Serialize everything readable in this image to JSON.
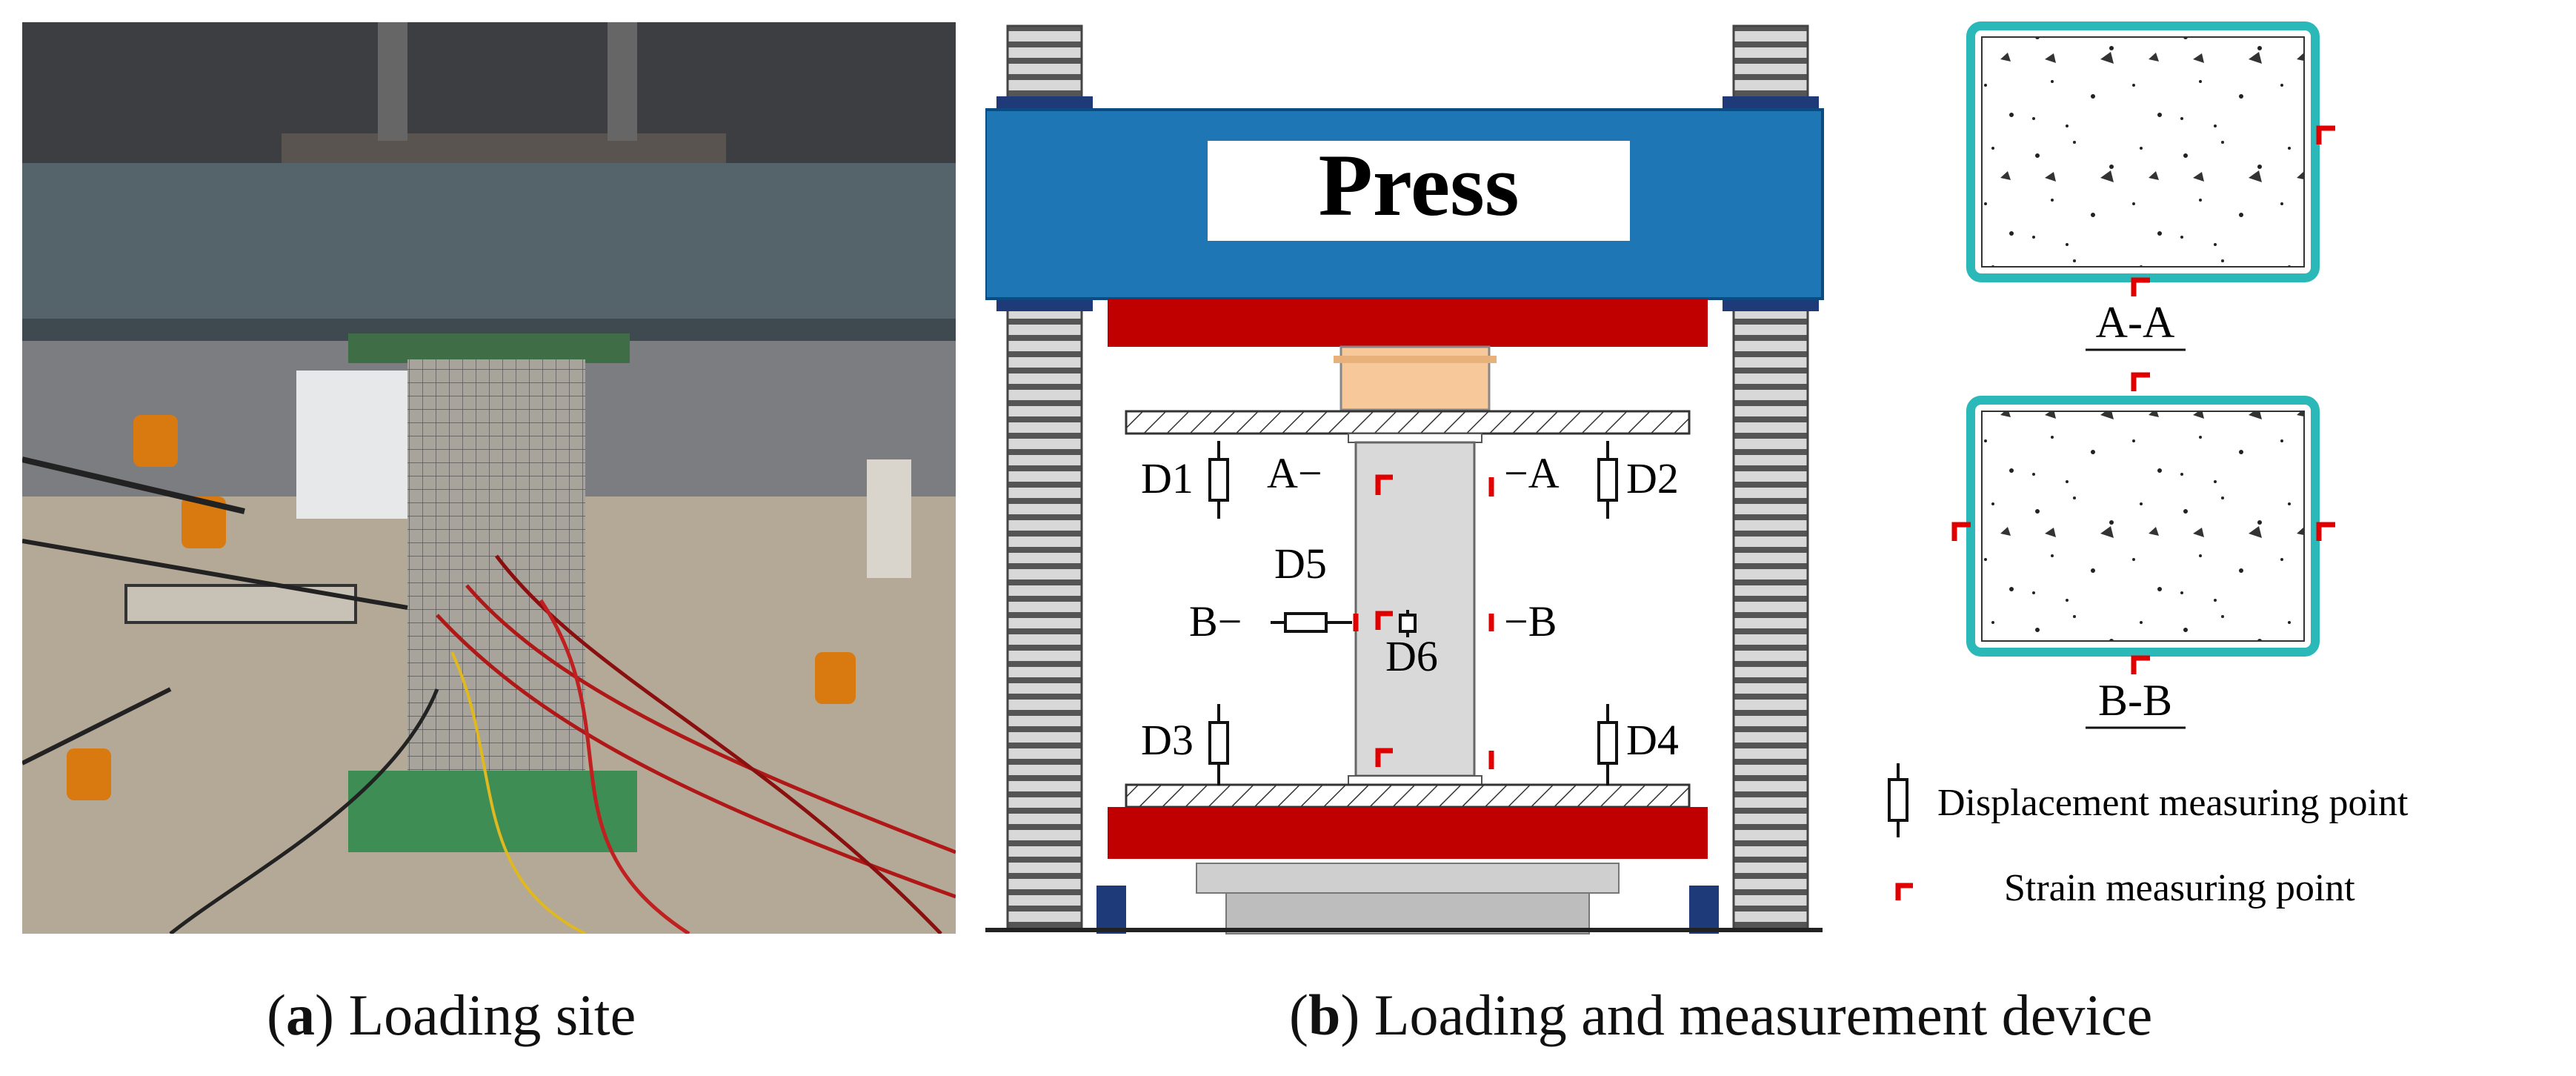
{
  "captions": {
    "a_letter": "a",
    "a_text": " Loading site",
    "b_letter": "b",
    "b_text": " Loading and measurement device"
  },
  "diagram": {
    "press_label": "Press",
    "section_aa": "A-A",
    "section_bb": "B-B",
    "lvdt": [
      "D1",
      "D2",
      "D3",
      "D4",
      "D5",
      "D6"
    ],
    "section_marks": {
      "a_left": "A−",
      "a_right": "−A",
      "b_left": "B−",
      "b_right": "−B"
    },
    "legend": {
      "displacement": "Displacement measuring point",
      "strain": "Strain measuring point"
    }
  },
  "colors": {
    "press_beam": "#1f76b4",
    "platen_red": "#c00000",
    "section_outline": "#2bb8b8",
    "strain_mark": "#e00000",
    "spacer_orange": "#f6c89a"
  }
}
